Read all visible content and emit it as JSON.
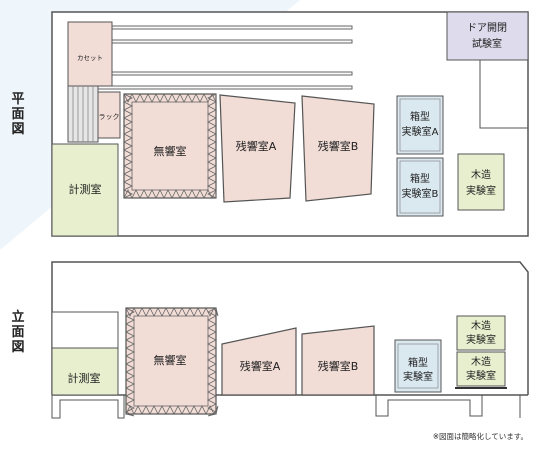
{
  "labels": {
    "plan": "平\n面\n図",
    "elevation": "立\n面\n図"
  },
  "plan_rooms": {
    "door_lab": "ドア開閉\n試験室",
    "cassette": "カセット",
    "rack": "ラック",
    "anechoic": "無響室",
    "reverb_a": "残響室A",
    "reverb_b": "残響室B",
    "box_a": "箱型\n実験室A",
    "box_b": "箱型\n実験室B",
    "wood": "木造\n実験室",
    "measure": "計測室"
  },
  "elevation_rooms": {
    "measure": "計測室",
    "anechoic": "無響室",
    "reverb_a": "残響室A",
    "reverb_b": "残響室B",
    "box": "箱型\n実験室",
    "wood_top": "木造\n実験室",
    "wood_bottom": "木造\n実験室"
  },
  "note": "※図面は簡略化しています。",
  "colors": {
    "pink": "#f1dcd6",
    "green": "#e8efce",
    "blue": "#dae8f0",
    "lavender": "#dedcec",
    "line": "#555555"
  }
}
